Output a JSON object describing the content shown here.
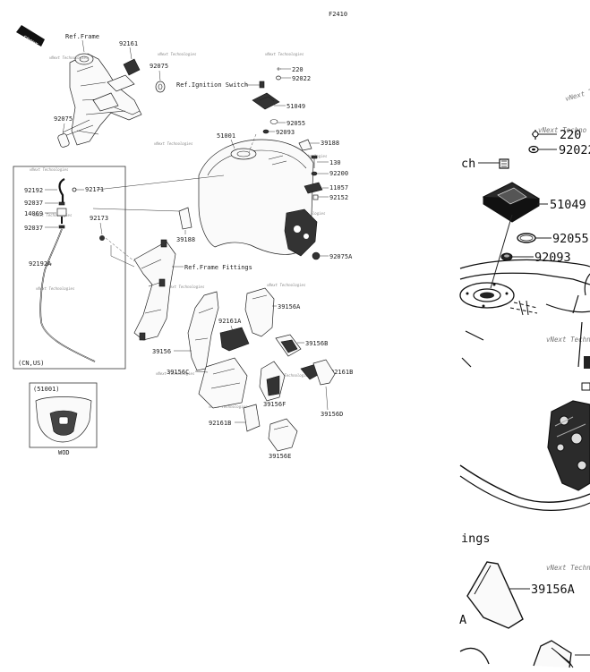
{
  "figure_code": "F2410",
  "front_label": "FRONT",
  "reference_labels": {
    "frame": "Ref.Frame",
    "ignition_switch": "Ref.Ignition Switch",
    "frame_fittings": "Ref.Frame Fittings",
    "inset_region": "(CN,US)",
    "fitting_tag": "(51001)",
    "model_tag": "WOD"
  },
  "watermark": "vNext Technologies",
  "part_numbers": {
    "p92161": "92161",
    "p92075_top": "92075",
    "p92075_left": "92075",
    "p220": "220",
    "p92022": "92022",
    "p51049": "51049",
    "p92055": "92055",
    "p92093": "92093",
    "p51001": "51001",
    "p39188_top": "39188",
    "p130": "130",
    "p92200": "92200",
    "p11057": "11057",
    "p92152": "92152",
    "p92075A": "92075A",
    "p39188_bottom": "39188",
    "p92192": "92192",
    "p92171": "92171",
    "p92037_a": "92037",
    "p14069": "14069",
    "p92037_b": "92037",
    "p92173": "92173",
    "p92192A": "92192A",
    "p39156A": "39156A",
    "p92161A": "92161A",
    "p39156": "39156",
    "p39156B": "39156B",
    "p92161B": "92161B",
    "p39156C": "39156C",
    "p39156F": "39156F",
    "p39156D": "39156D",
    "p92161B_b": "92161B",
    "p39156E": "39156E"
  },
  "zoom": {
    "p220": "220",
    "p92022": "92022",
    "p51049": "51049",
    "p92055": "92055",
    "p92093": "92093",
    "ch_text": "ch",
    "ings_text": "ings",
    "p39156A": "39156A",
    "a_text": "A",
    "watermark": "vNext Techno"
  }
}
